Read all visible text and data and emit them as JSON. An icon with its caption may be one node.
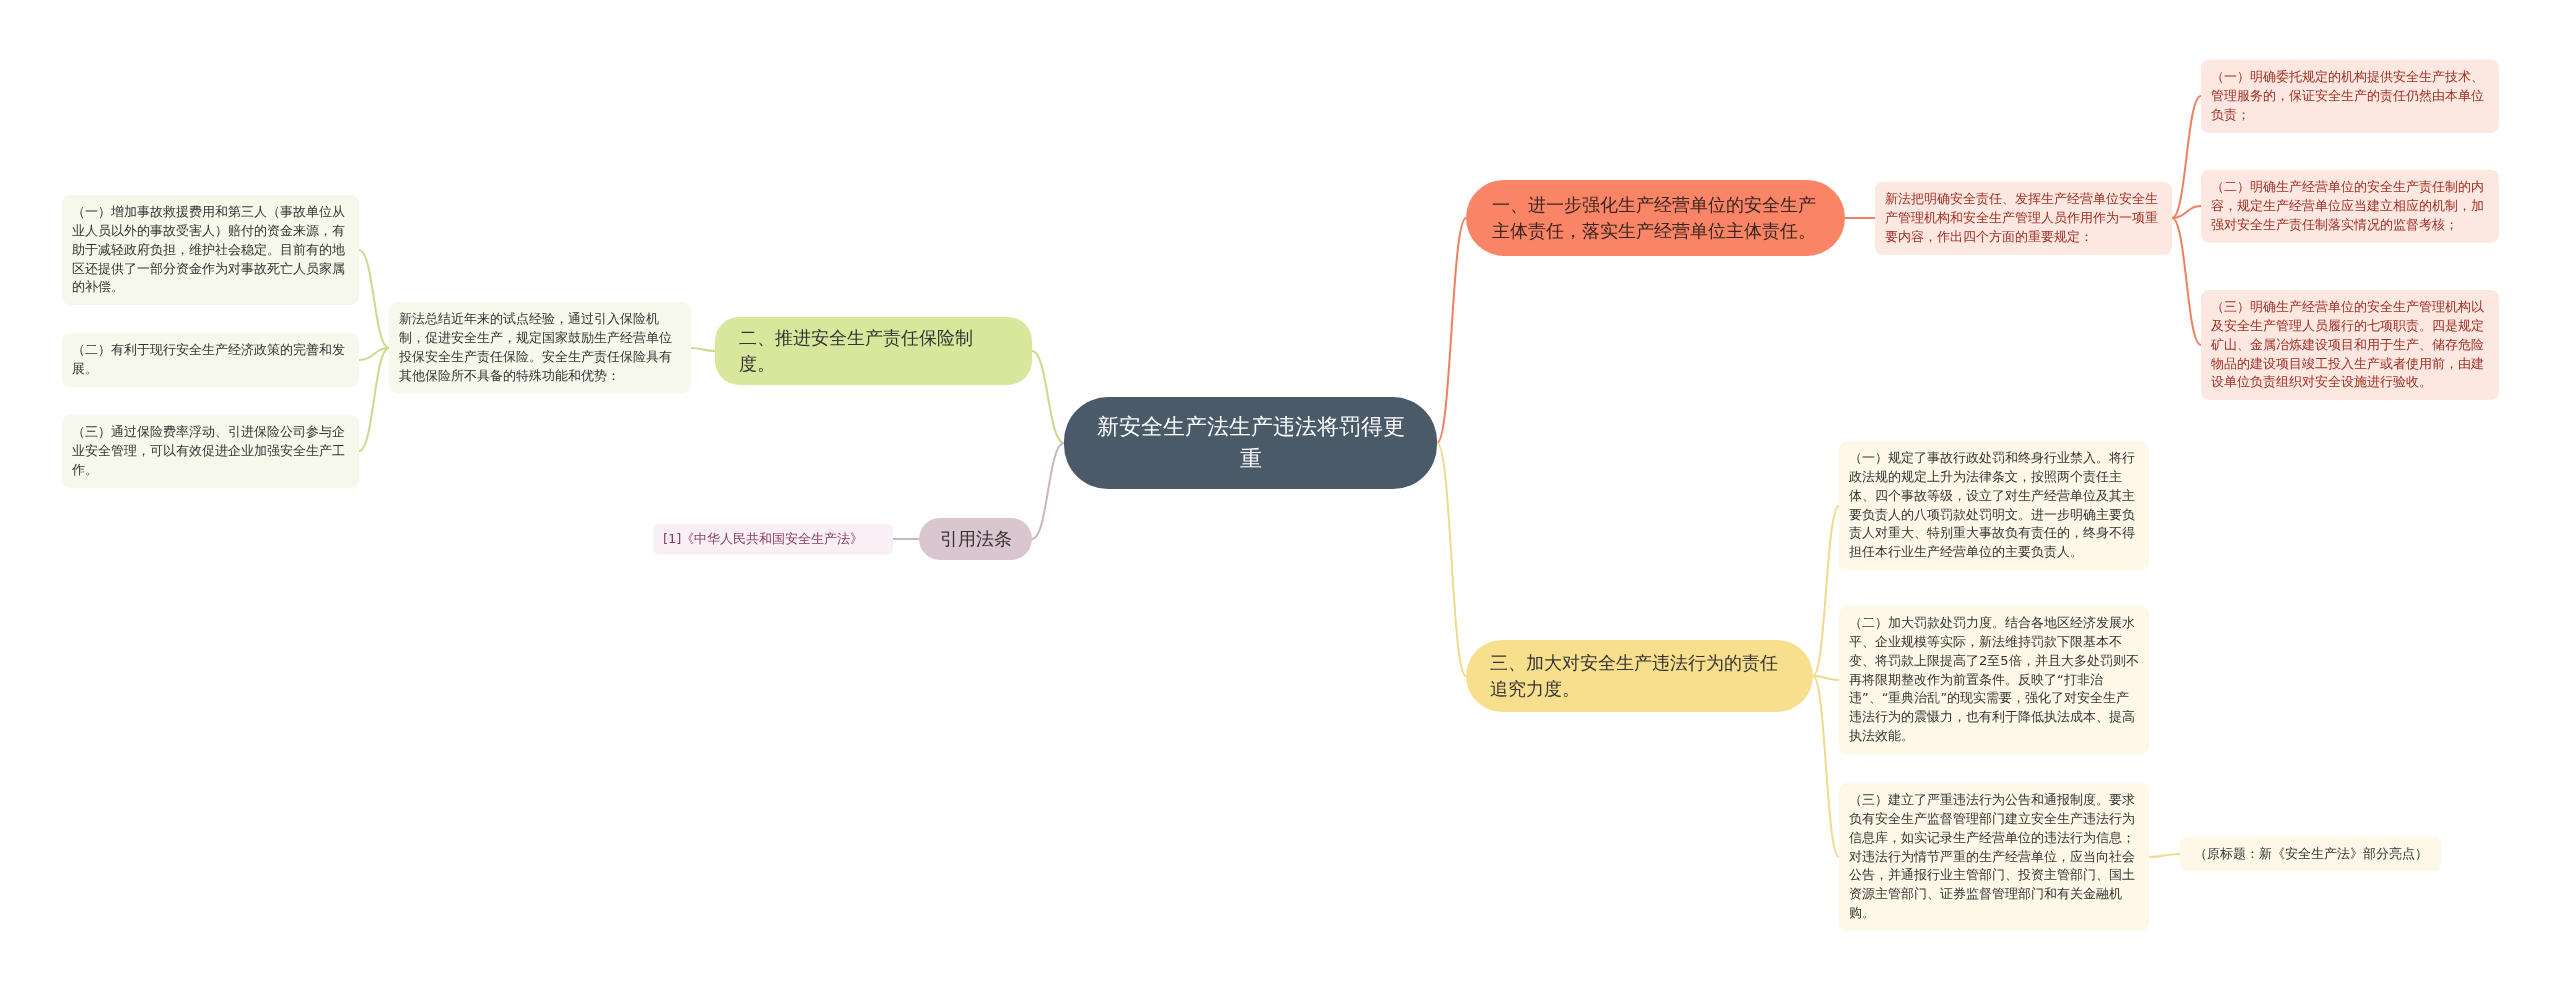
{
  "diagram": {
    "nodes": [
      {
        "text": [
          "新安全生产法生产违法将罚得更重"
        ]
      },
      {
        "text": [
          "一、进一步强化生产经营单位的安全生产主体责任，落实生产经营单位主体责任。"
        ]
      },
      {
        "text": [
          "新法把明确安全责任、发挥生产经营单位安全生产管理机构和安全生产管理人员作用作为一项重要内容，作出四个方面的重要规定："
        ]
      },
      {
        "text": [
          "（一）明确委托规定的机构提供安全生产技术、管理服务的，保证安全生产的责任仍然由本单位负责；"
        ]
      },
      {
        "text": [
          "（二）明确生产经营单位的安全生产责任制的内容，规定生产经营单位应当建立相应的机制，加强对安全生产责任制落实情况的监督考核；"
        ]
      },
      {
        "text": [
          "（三）明确生产经营单位的安全生产管理机构以及安全生产管理人员履行的七项职责。四是规定矿山、金属冶炼建设项目和用于生产、储存危险物品的建设项目竣工投入生产或者使用前，由建设单位负责组织对安全设施进行验收。"
        ]
      },
      {
        "text": [
          "二、推进安全生产责任保险制度。"
        ]
      },
      {
        "text": [
          "新法总结近年来的试点经验，通过引入保险机制，促进安全生产，规定国家鼓励生产经营单位投保安全生产责任保险。安全生产责任保险具有其他保险所不具备的特殊功能和优势："
        ]
      },
      {
        "text": [
          "（一）增加事故救援费用和第三人（事故单位从业人员以外的事故受害人）赔付的资金来源，有助于减轻政府负担，维护社会稳定。目前有的地区还提供了一部分资金作为对事故死亡人员家属的补偿。"
        ]
      },
      {
        "text": [
          "（二）有利于现行安全生产经济政策的完善和发展。"
        ]
      },
      {
        "text": [
          "（三）通过保险费率浮动、引进保险公司参与企业安全管理，可以有效促进企业加强安全生产工作。"
        ]
      },
      {
        "text": [
          "引用法条"
        ]
      },
      {
        "text": [
          "[1]《中华人民共和国安全生产法》"
        ]
      },
      {
        "text": [
          "三、加大对安全生产违法行为的责任追究力度。"
        ]
      },
      {
        "text": [
          "（一）规定了事故行政处罚和终身行业禁入。将行政法规的规定上升为法律条文，按照两个责任主体、四个事故等级，设立了对生产经营单位及其主要负责人的八项罚款处罚明文。进一步明确主要负责人对重大、特别重大事故负有责任的，终身不得担任本行业生产经营单位的主要负责人。"
        ]
      },
      {
        "text": [
          "（二）加大罚款处罚力度。结合各地区经济发展水平、企业规模等实际，新法维持罚款下限基本不变、将罚款上限提高了2至5倍，并且大多处罚则不再将限期整改作为前置条件。反映了“打非治违”、“重典治乱”的现实需要，强化了对安全生产违法行为的震慑力，也有利于降低执法成本、提高执法效能。"
        ]
      },
      {
        "text": [
          "（三）建立了严重违法行为公告和通报制度。要求负有安全生产监督管理部门建立安全生产违法行为信息库，如实记录生产经营单位的违法行为信息；对违法行为情节严重的生产经营单位，应当向社会公告，并通报行业主管部门、投资主管部门、国土资源主管部门、证券监督管理部门和有关金融机购。"
        ]
      },
      {
        "text": [
          "（原标题：新《安全生产法》部分亮点）"
        ]
      }
    ],
    "edges": [
      {
        "from": 0,
        "to": 1,
        "arrow": "none",
        "color": "#ef7f5f"
      },
      {
        "from": 1,
        "to": 2,
        "arrow": "none",
        "color": "#ef7f5f"
      },
      {
        "from": 2,
        "to": 3,
        "arrow": "none",
        "color": "#ef7f5f"
      },
      {
        "from": 2,
        "to": 4,
        "arrow": "none",
        "color": "#ef7f5f"
      },
      {
        "from": 2,
        "to": 5,
        "arrow": "none",
        "color": "#ef7f5f"
      },
      {
        "from": 0,
        "to": 6,
        "arrow": "none",
        "color": "#c9dc8c"
      },
      {
        "from": 6,
        "to": 7,
        "arrow": "none",
        "color": "#c9dc8c"
      },
      {
        "from": 7,
        "to": 8,
        "arrow": "none",
        "color": "#c9dc8c"
      },
      {
        "from": 7,
        "to": 9,
        "arrow": "none",
        "color": "#c9dc8c"
      },
      {
        "from": 7,
        "to": 10,
        "arrow": "none",
        "color": "#c9dc8c"
      },
      {
        "from": 0,
        "to": 11,
        "arrow": "none",
        "color": "#c9b6c0"
      },
      {
        "from": 11,
        "to": 12,
        "arrow": "none",
        "color": "#c9b6c0"
      },
      {
        "from": 0,
        "to": 13,
        "arrow": "none",
        "color": "#f0d98a"
      },
      {
        "from": 13,
        "to": 14,
        "arrow": "none",
        "color": "#f0d98a"
      },
      {
        "from": 13,
        "to": 15,
        "arrow": "none",
        "color": "#f0d98a"
      },
      {
        "from": 13,
        "to": 16,
        "arrow": "none",
        "color": "#f0d98a"
      },
      {
        "from": 16,
        "to": 17,
        "arrow": "none",
        "color": "#f0d98a"
      }
    ]
  }
}
